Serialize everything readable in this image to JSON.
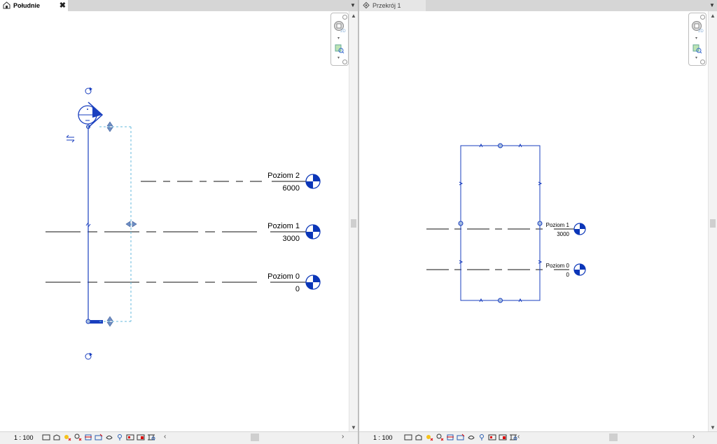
{
  "left_view": {
    "tab_label": "Południe",
    "close_glyph": "✖",
    "scale": "1 : 100",
    "levels": [
      {
        "name": "Poziom 2",
        "elevation": "6000"
      },
      {
        "name": "Poziom 1",
        "elevation": "3000"
      },
      {
        "name": "Poziom 0",
        "elevation": "0"
      }
    ]
  },
  "right_view": {
    "tab_label": "Przekrój 1",
    "scale": "1 : 100",
    "levels": [
      {
        "name": "Poziom 1",
        "elevation": "3000"
      },
      {
        "name": "Poziom 0",
        "elevation": "0"
      }
    ]
  },
  "colors": {
    "selection_blue": "#1a3fbf",
    "dashed_cyan": "#66b8dd",
    "level_marker_blue": "#0b36b8"
  },
  "icons": {
    "tab_left": "elevation-view-icon",
    "tab_right": "section-view-icon",
    "navbar_top": "steering-wheel-2d-icon",
    "navbar_zoom": "zoom-region-icon"
  },
  "statusbar_glyphs": {
    "left_arrow": "‹",
    "right_arrow": "›"
  }
}
